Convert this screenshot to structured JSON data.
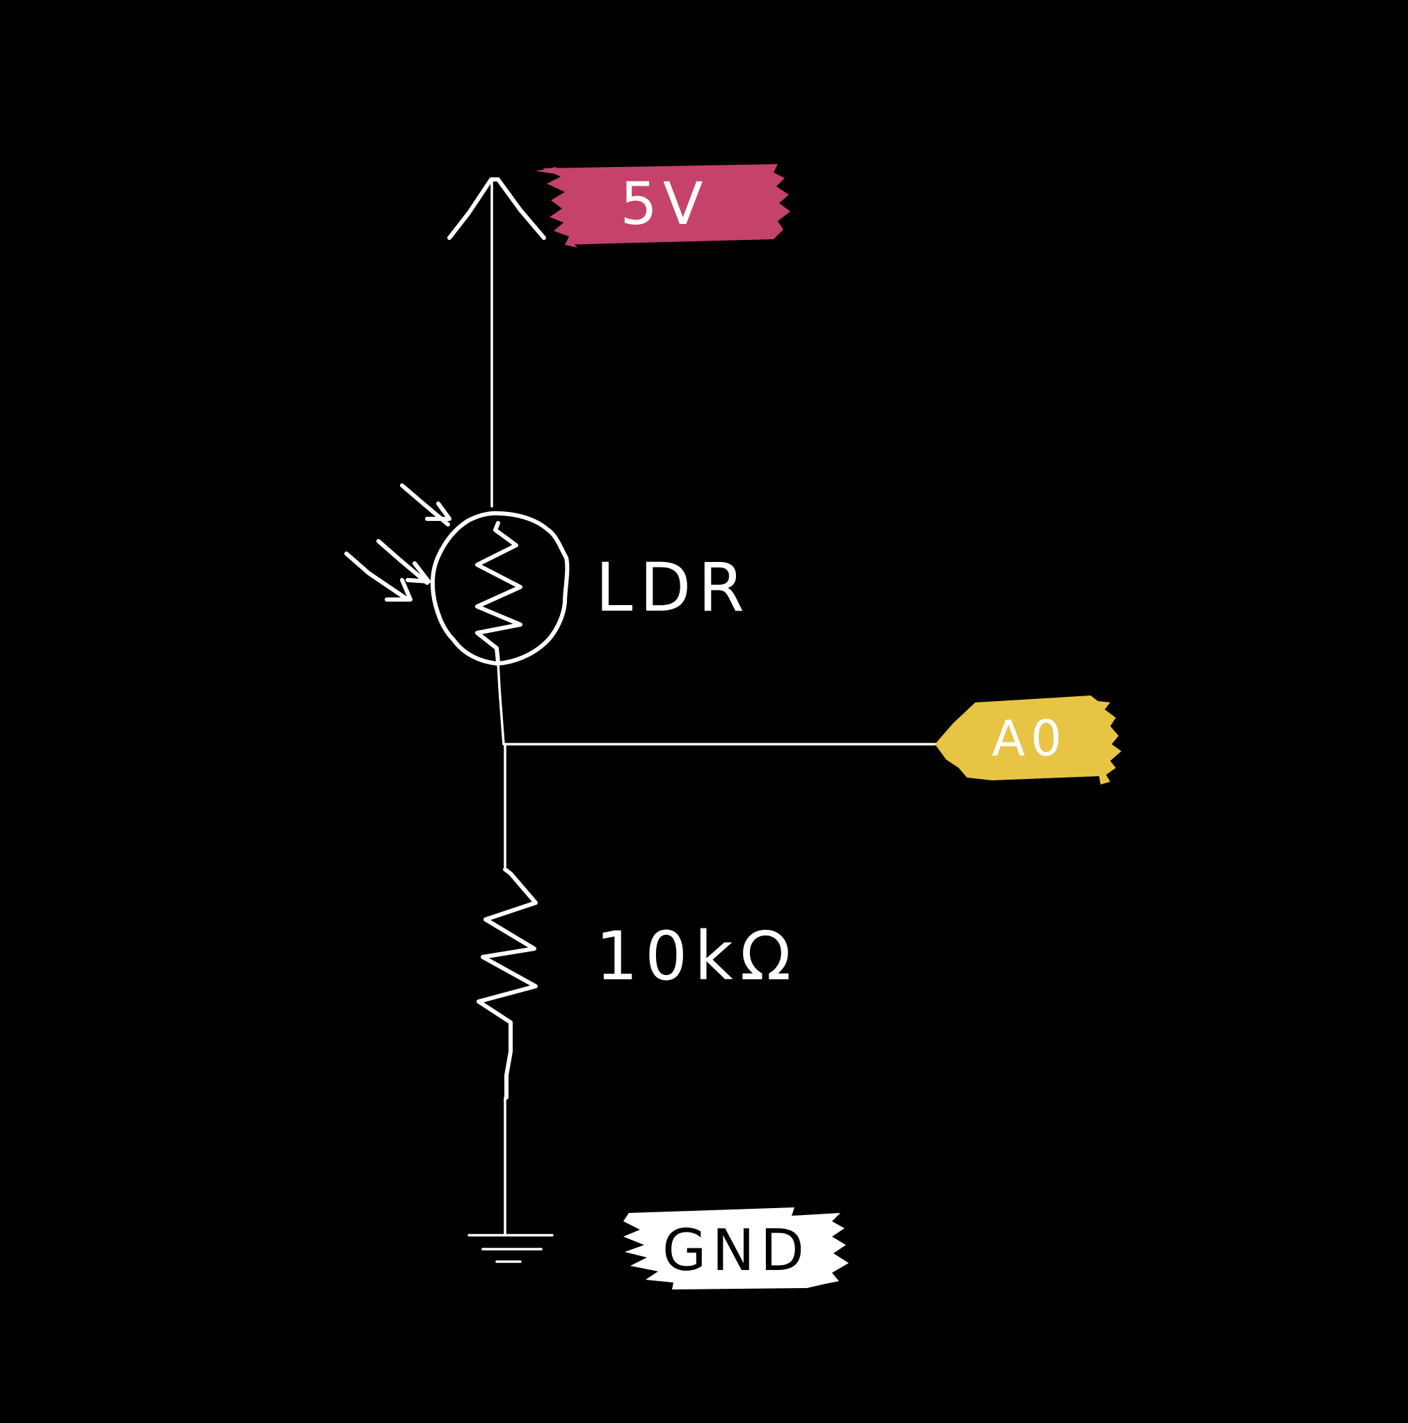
{
  "colors": {
    "background": "#000000",
    "wire": "#ffffff",
    "vcc_tag": "#c5426b",
    "signal_tag": "#e8c444",
    "gnd_tag": "#ffffff",
    "vcc_text": "#ffffff",
    "signal_text": "#ffffff",
    "gnd_text": "#000000"
  },
  "labels": {
    "vcc": "5V",
    "ldr": "LDR",
    "signal": "A0",
    "resistor": "10kΩ",
    "gnd": "GND"
  },
  "icons": {
    "vcc": "power-arrow-icon",
    "ldr": "photoresistor-icon",
    "light": "incoming-light-arrows-icon",
    "resistor": "resistor-zigzag-icon",
    "gnd": "ground-icon"
  }
}
